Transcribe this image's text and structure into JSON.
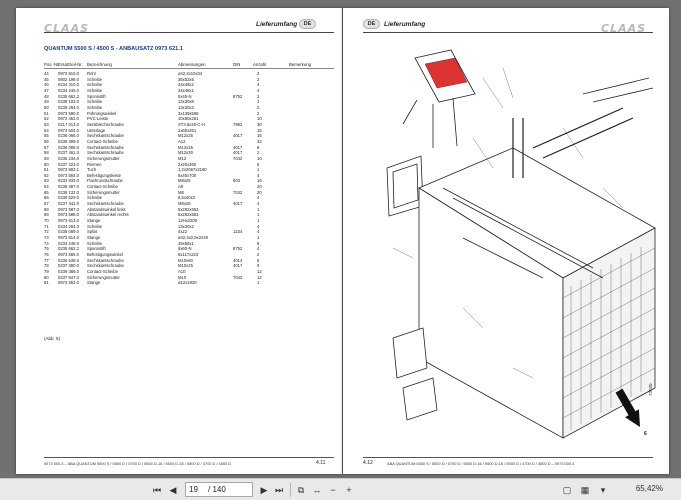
{
  "left_page": {
    "logo": "CLAAS",
    "header_title": "Lieferumfang",
    "lang_badge": "DE",
    "set_title": "QUANTUM 5500 S / 4500 S - ANBAUSATZ 0973 621.1",
    "columns": [
      "Pos.-Nr.",
      "Ersatzteil-Nr.",
      "Bezeichnung",
      "Abmessungen",
      "DIN",
      "Anzahl",
      "Bemerkung"
    ],
    "rows": [
      [
        "44",
        "0973 815.0",
        "Rohr",
        "ø42,4x10x34",
        "",
        "2"
      ],
      [
        "45",
        "0802 198.0",
        "Scheibe",
        "36x52x5",
        "",
        "2"
      ],
      [
        "46",
        "0234 310.0",
        "Scheibe",
        "34x48x2",
        "",
        "4"
      ],
      [
        "47",
        "0234 245.0",
        "Scheibe",
        "34x48x1",
        "",
        "4"
      ],
      [
        "48",
        "0235 662.2",
        "Sponnstift",
        "5x45-N",
        "8752",
        "2"
      ],
      [
        "49",
        "0239 103.0",
        "Scheibe",
        "13x30x8",
        "",
        "1"
      ],
      [
        "50",
        "0239 284.0",
        "Scheibe",
        "13x30x3",
        "",
        "2"
      ],
      [
        "51",
        "0973 590.0",
        "Führungswinkel",
        "3x139x568",
        "",
        "2"
      ],
      [
        "52",
        "0972 452.0",
        "PVC-Leiste",
        "10x60x261",
        "",
        "10"
      ],
      [
        "53",
        "0217 013.0",
        "Senkblechschraube",
        "ST3,5x25-C-H",
        "7982",
        "30"
      ],
      [
        "54",
        "0973 504.0",
        "Unterlage",
        "1x60x261",
        "",
        "15"
      ],
      [
        "55",
        "0236 066.0",
        "Sechskantschraube",
        "M12x25",
        "4017",
        "16"
      ],
      [
        "56",
        "0239 389.0",
        "Contact-Scheibe",
        "A12",
        "",
        "32"
      ],
      [
        "57",
        "0236 086.0",
        "Sechskantschraube",
        "M12x25",
        "4017",
        "8"
      ],
      [
        "58",
        "0237 461.0",
        "Sechskantschraube",
        "M12x30",
        "4017",
        "2"
      ],
      [
        "59",
        "0236 234.0",
        "Sicherungsmutter",
        "M12",
        "7042",
        "10"
      ],
      [
        "60",
        "0237 223.0",
        "Riemen",
        "2x20x360",
        "",
        "6"
      ],
      [
        "61",
        "0973 583.1",
        "Tuch",
        "1,2x2067x2160",
        "",
        "1"
      ],
      [
        "62",
        "0973 584.0",
        "Befestigungsleiste",
        "6x40x700",
        "",
        "4"
      ],
      [
        "63",
        "0233 933.0",
        "Flachrundschraube",
        "M8x25",
        "603",
        "16"
      ],
      [
        "64",
        "0236 387.0",
        "Contact-Scheibe",
        "A8",
        "",
        "20"
      ],
      [
        "65",
        "0236 132.0",
        "Sicherungsmutter",
        "M8",
        "7042",
        "20"
      ],
      [
        "66",
        "0236 529.0",
        "Scheibe",
        "8,5x40x3",
        "",
        "4"
      ],
      [
        "67",
        "0237 442.0",
        "Sechskantschraube",
        "M8x25",
        "4017",
        "4"
      ],
      [
        "68",
        "0973 587.0",
        "Abstandswinkel links",
        "5x282x553",
        "",
        "1"
      ],
      [
        "69",
        "0973 588.0",
        "Abstandswinkel rechts",
        "5x282x553",
        "",
        "1"
      ],
      [
        "70",
        "0973 613.0",
        "Stange",
        "12Hx2200",
        "",
        "1"
      ],
      [
        "71",
        "0234 284.0",
        "Scheibe",
        "13x30x2",
        "",
        "4"
      ],
      [
        "72",
        "0235 089.0",
        "Splint",
        "4x22",
        "1234",
        "4"
      ],
      [
        "73",
        "0973 614.0",
        "Stange",
        "ø42,4x2,9x2240",
        "",
        "1"
      ],
      [
        "74",
        "0234 248.0",
        "Scheibe",
        "49x56x1",
        "",
        "6"
      ],
      [
        "75",
        "0235 662.2",
        "Spannstift",
        "6x60-N",
        "8752",
        "4"
      ],
      [
        "76",
        "0973 585.0",
        "Befestigungswinkel",
        "6x117x223",
        "",
        "2"
      ],
      [
        "77",
        "0236 538.0",
        "Sechskantschraube",
        "M10x60",
        "4014",
        "6"
      ],
      [
        "78",
        "0237 380.0",
        "Sechskantschraube",
        "M10x25",
        "4017",
        "6"
      ],
      [
        "79",
        "0239 388.0",
        "Contact-Scheibe",
        "A10",
        "",
        "12"
      ],
      [
        "80",
        "0237 947.0",
        "Sicherungsmutter",
        "M10",
        "7042",
        "12"
      ],
      [
        "81",
        "0973 552.0",
        "Stange",
        "ø12x1920",
        "",
        "1"
      ]
    ],
    "figure_ref": "(Abb. 5)",
    "footer": "0973 000.3 – ABA QUANTUM 5500 S / 5500 D / 5700 D / 5500 D-16 / 5500 D-16 / 5500 D / 4700 D / 4500 D",
    "page_number": "4.11"
  },
  "right_page": {
    "logo": "CLAAS",
    "header_title": "Lieferumfang",
    "lang_badge": "DE",
    "figure_number": "6",
    "figure_code": "73030",
    "footer": "ABA QUANTUM 5500 S / 5500 D / 5700 D / 5500 D-16 / 5500 D-16 / 5500 D / 4700 D / 4500 D – 0973 000.3",
    "page_number": "4.12"
  },
  "toolbar": {
    "page_value": "19",
    "page_total": "/ 140",
    "zoom": "65,42%",
    "icons": [
      "first-page-icon",
      "prev-page-icon",
      "next-page-icon",
      "last-page-icon",
      "fit-page-icon",
      "fit-width-icon",
      "zoom-out-icon",
      "zoom-in-icon",
      "single-page-icon",
      "two-page-icon",
      "dropdown-icon"
    ]
  }
}
